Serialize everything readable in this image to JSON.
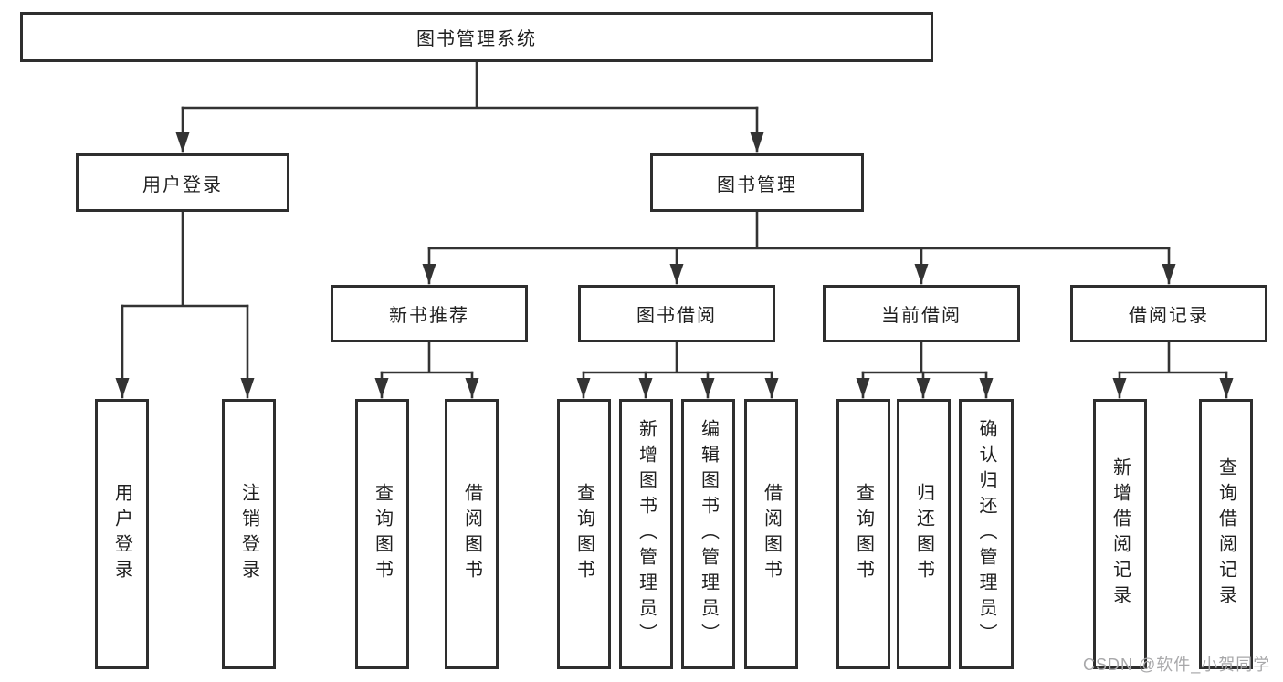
{
  "diagram": {
    "root": {
      "label": "图书管理系统"
    },
    "branches": [
      {
        "label": "用户登录",
        "children": [
          {
            "label": "用户登录"
          },
          {
            "label": "注销登录"
          }
        ]
      },
      {
        "label": "图书管理",
        "children": [
          {
            "label": "新书推荐",
            "children": [
              {
                "label": "查询图书"
              },
              {
                "label": "借阅图书"
              }
            ]
          },
          {
            "label": "图书借阅",
            "children": [
              {
                "label": "查询图书"
              },
              {
                "label": "新增图书（管理员）"
              },
              {
                "label": "编辑图书（管理员）"
              },
              {
                "label": "借阅图书"
              }
            ]
          },
          {
            "label": "当前借阅",
            "children": [
              {
                "label": "查询图书"
              },
              {
                "label": "归还图书"
              },
              {
                "label": "确认归还（管理员）"
              }
            ]
          },
          {
            "label": "借阅记录",
            "children": [
              {
                "label": "新增借阅记录"
              },
              {
                "label": "查询借阅记录"
              }
            ]
          }
        ]
      }
    ]
  },
  "watermark": {
    "text": "CSDN @软件_小贺同学"
  },
  "colors": {
    "line": "#333333",
    "border": "#2e2e2e",
    "text": "#1f1f1f",
    "background": "#ffffff",
    "watermark": "#a8a8aa"
  }
}
